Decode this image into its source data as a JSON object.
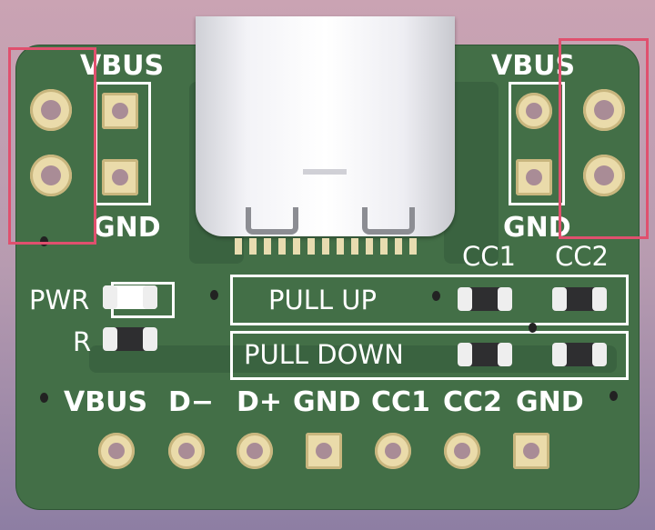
{
  "board": {
    "top_left_label": "VBUS",
    "top_right_label": "VBUS",
    "bottom_left_label": "GND",
    "bottom_right_label": "GND",
    "cc_labels": [
      "CC1",
      "CC2"
    ],
    "pull_up_label": "PULL UP",
    "pull_down_label": "PULL DOWN",
    "pwr_label": "PWR",
    "r_label": "R",
    "header_labels": [
      "VBUS",
      "D−",
      "D+",
      "GND",
      "CC1",
      "CC2",
      "GND"
    ]
  },
  "colors": {
    "board": "#436f47",
    "highlight": "#e0506e",
    "pad": "#eadbaa"
  }
}
